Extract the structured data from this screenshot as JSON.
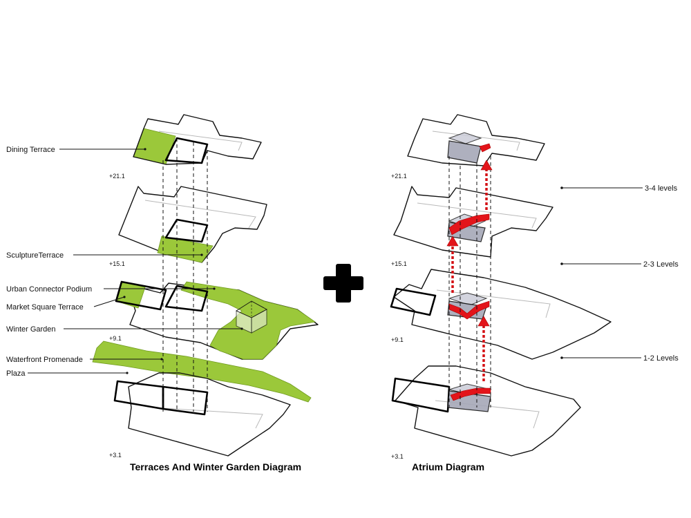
{
  "left_diagram": {
    "title": "Terraces And Winter Garden Diagram",
    "labels": {
      "dining_terrace": "Dining Terrace",
      "sculpture_terrace": "SculptureTerrace",
      "urban_connector_podium": "Urban Connector Podium",
      "market_square_terrace": "Market Square Terrace",
      "winter_garden": "Winter Garden",
      "waterfront_promenade": "Waterfront Promenade",
      "plaza": "Plaza"
    },
    "levels": [
      "+21.1",
      "+15.1",
      "+9.1",
      "+3.1"
    ]
  },
  "right_diagram": {
    "title": "Atrium Diagram",
    "levels": [
      "+21.1",
      "+15.1",
      "+9.1",
      "+3.1"
    ],
    "ranges": [
      "3-4 levels",
      "2-3 Levels",
      "1-2 Levels"
    ]
  },
  "colors": {
    "terrace_green": "#9bc83a",
    "atrium_grey": "#a6a8b8",
    "circulation_red": "#e3141a"
  },
  "icons": {
    "combine": "plus-icon"
  }
}
